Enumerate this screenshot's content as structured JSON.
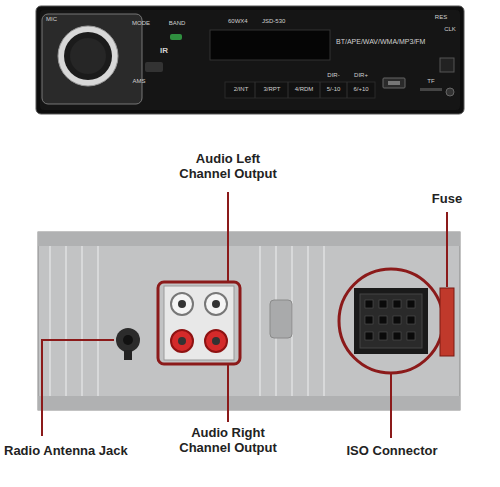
{
  "diagram": {
    "labels": [
      "MIC",
      "MODE",
      "BAND",
      "IR",
      "AMS",
      "60WX4",
      "JSD-530",
      "BT/APE/WAV/WMA/MP3/FM",
      "2/INT",
      "3/RPT",
      "4/RDM",
      "DIR-",
      "5/-10",
      "DIR+",
      "6/+10",
      "RES",
      "CLK",
      "TF",
      "Audio Left Channel Output",
      "Fuse",
      "Radio Antenna Jack",
      "Audio Right Channel Output",
      "ISO Connector"
    ]
  }
}
